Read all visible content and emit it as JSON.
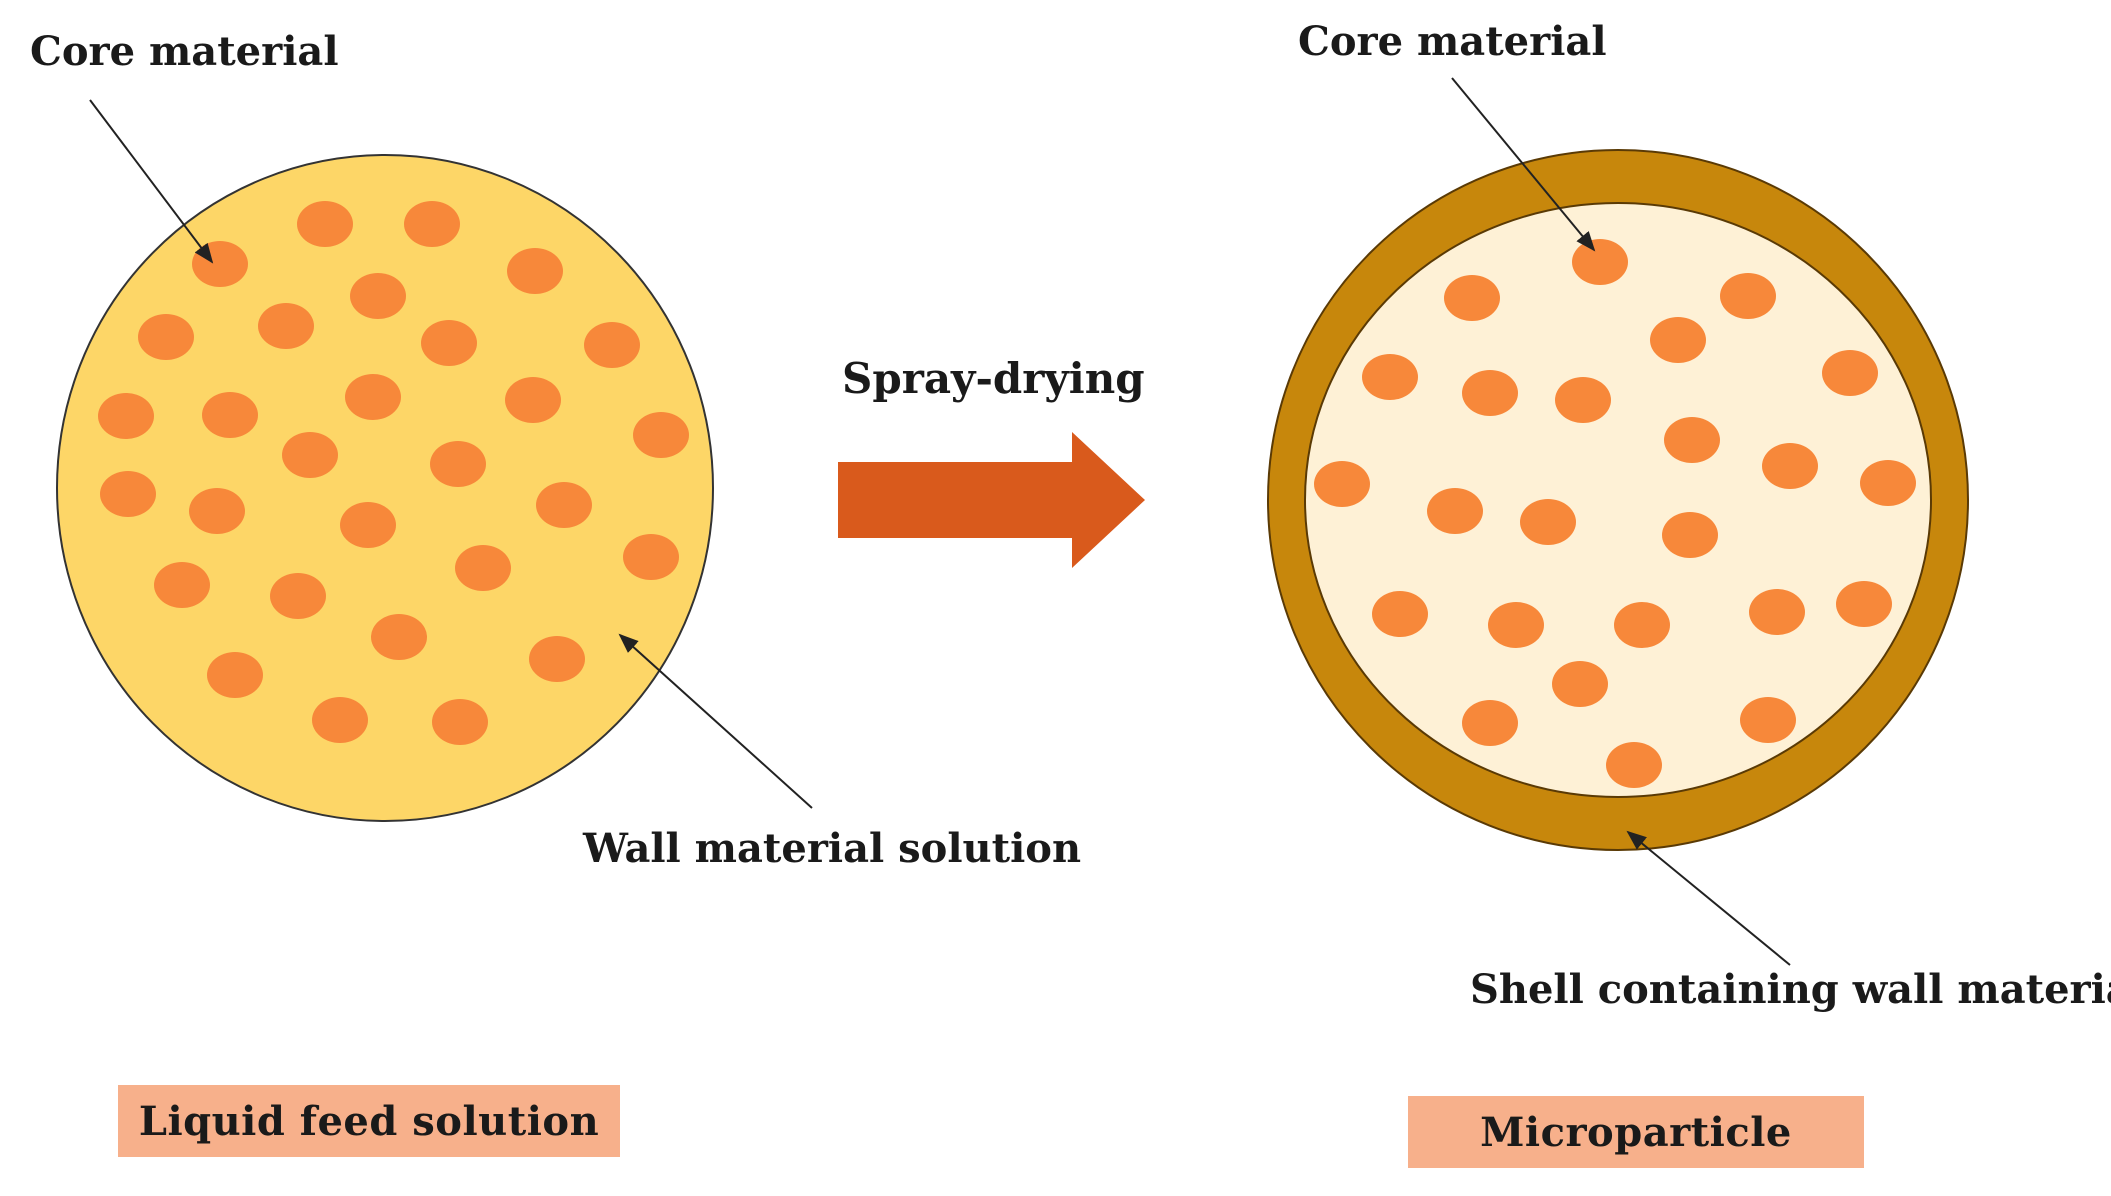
{
  "left_panel": {
    "core_label": "Core material",
    "wall_label": "Wall material solution",
    "caption": "Liquid feed solution"
  },
  "process": {
    "label": "Spray-drying"
  },
  "right_panel": {
    "core_label": "Core material",
    "shell_label": "Shell containing wall material",
    "caption": "Microparticle"
  },
  "colors": {
    "feed_fill": "#fdd667",
    "core_fill": "#f7883a",
    "shell_fill": "#c7870c",
    "inner_fill": "#fef1d6",
    "arrow_fill": "#d95a1c",
    "caption_fill": "#f7b08b"
  }
}
